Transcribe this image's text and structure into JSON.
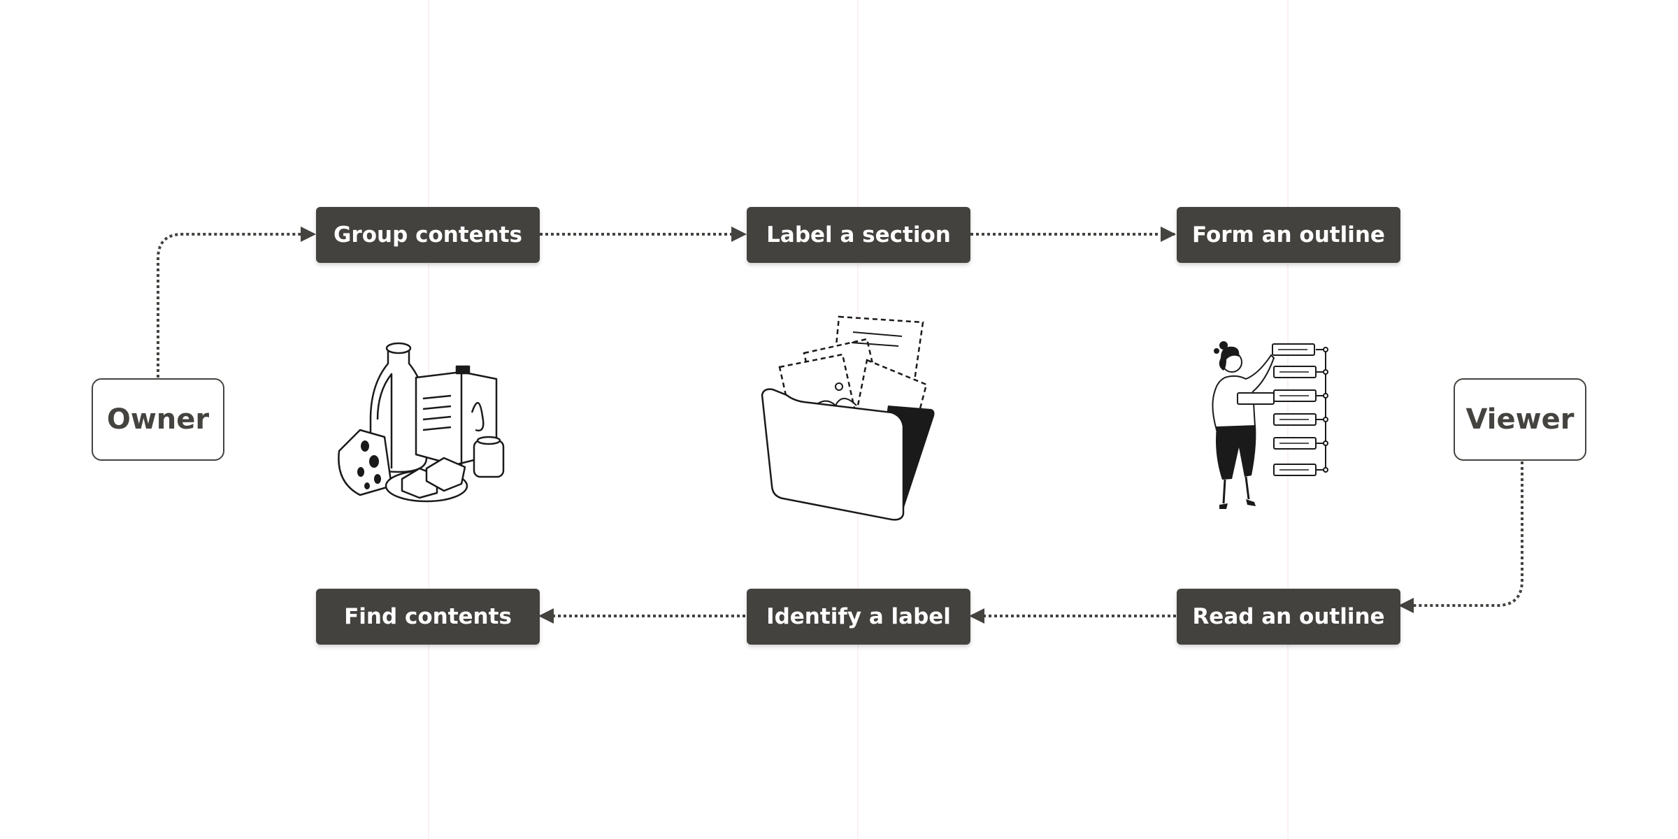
{
  "actors": {
    "owner": "Owner",
    "viewer": "Viewer"
  },
  "top_flow": [
    "Group contents",
    "Label a section",
    "Form an outline"
  ],
  "bottom_flow": [
    "Find contents",
    "Identify a label",
    "Read an outline"
  ],
  "illustrations": [
    "groceries-icon",
    "folder-icon",
    "person-with-outline-icon"
  ],
  "colors": {
    "box": "#44423e",
    "connector": "#45433f",
    "guide": "#fcf0f2"
  }
}
